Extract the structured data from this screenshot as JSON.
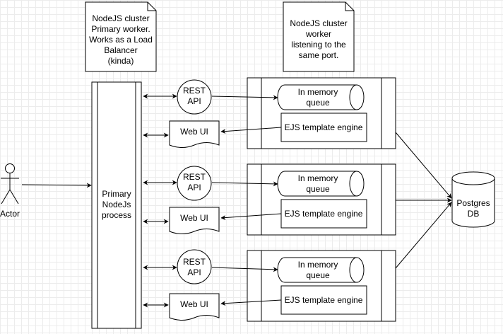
{
  "notes": {
    "primary": [
      "NodeJS cluster",
      "Primary worker.",
      "Works as a Load",
      "Balancer",
      "(kinda)"
    ],
    "worker": [
      "NodeJS cluster",
      "worker",
      "listening to the",
      "same port."
    ]
  },
  "actor": {
    "label": "Actor"
  },
  "primary_process": {
    "label": [
      "Primary",
      "NodeJs",
      "process"
    ]
  },
  "database": {
    "label": [
      "Postgres",
      "DB"
    ]
  },
  "workers": [
    {
      "rest_api": [
        "REST",
        "API"
      ],
      "web_ui": "Web UI",
      "queue": [
        "In memory",
        "queue"
      ],
      "template_engine": "EJS template engine"
    },
    {
      "rest_api": [
        "REST",
        "API"
      ],
      "web_ui": "Web UI",
      "queue": [
        "In memory",
        "queue"
      ],
      "template_engine": "EJS template engine"
    },
    {
      "rest_api": [
        "REST",
        "API"
      ],
      "web_ui": "Web UI",
      "queue": [
        "In memory",
        "queue"
      ],
      "template_engine": "EJS template engine"
    }
  ]
}
